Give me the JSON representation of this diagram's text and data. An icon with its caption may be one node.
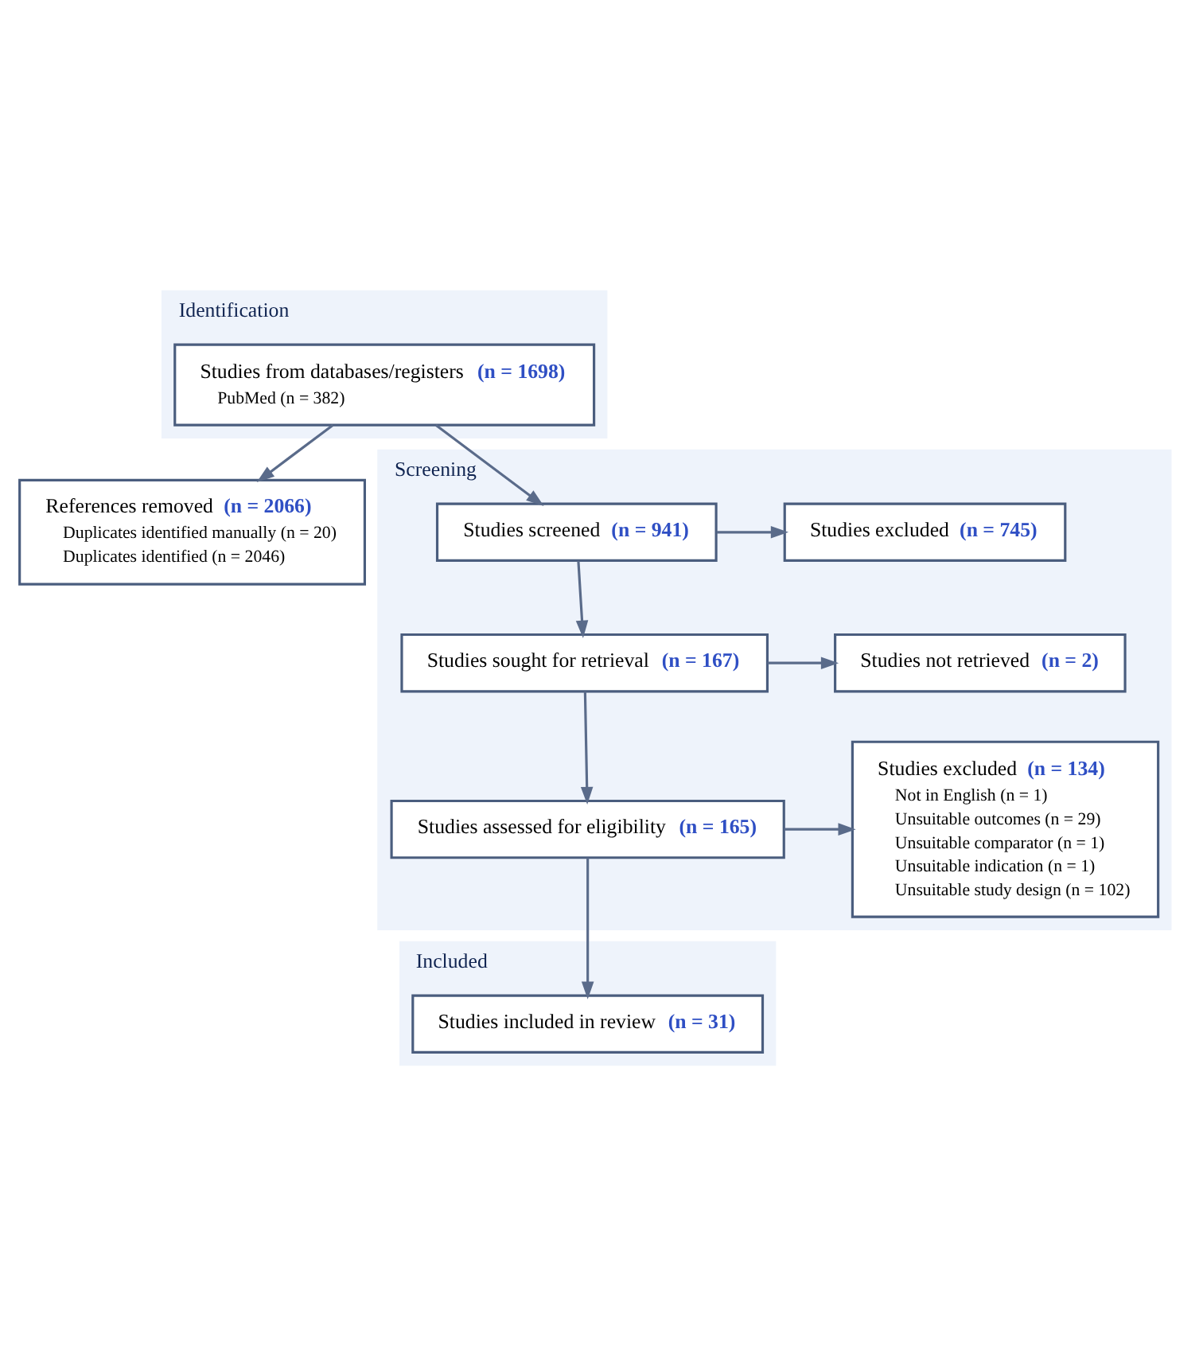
{
  "diagram": {
    "nodes": [
      {
        "text": [
          "Identification"
        ]
      },
      {
        "text": [
          "Studies from databases/registers **(n = 1698)**",
          "PubMed (n = 382)"
        ],
        "in": 0
      },
      {
        "text": [
          "References removed **(n = 2066)**",
          "Duplicates identified manually (n = 20)",
          "Duplicates identified (n = 2046)"
        ]
      },
      {
        "text": [
          "Screening"
        ]
      },
      {
        "text": [
          "Studies screened **(n = 941)**"
        ],
        "in": 3
      },
      {
        "text": [
          "Studies excluded **(n = 745)**"
        ],
        "in": 3
      },
      {
        "text": [
          "Studies sought for retrieval **(n = 167)**"
        ],
        "in": 3
      },
      {
        "text": [
          "Studies not retrieved **(n = 2)**"
        ],
        "in": 3
      },
      {
        "text": [
          "Studies assessed for eligibility **(n = 165)**"
        ],
        "in": 3
      },
      {
        "text": [
          "Studies excluded **(n = 134)**",
          "Not in English (n = 1)",
          "Unsuitable outcomes (n = 29)",
          "Unsuitable comparator (n = 1)",
          "Unsuitable indication (n = 1)",
          "Unsuitable study design (n = 102)"
        ],
        "in": 3
      },
      {
        "text": [
          "Included"
        ]
      },
      {
        "text": [
          "Studies included in review **(n = 31)**"
        ],
        "in": 10
      }
    ],
    "edges": [
      {
        "from": 1,
        "to": 2,
        "arrow": "to"
      },
      {
        "from": 1,
        "to": 4,
        "arrow": "to"
      },
      {
        "from": 4,
        "to": 5,
        "arrow": "to"
      },
      {
        "from": 4,
        "to": 6,
        "arrow": "to"
      },
      {
        "from": 6,
        "to": 7,
        "arrow": "to"
      },
      {
        "from": 6,
        "to": 8,
        "arrow": "to"
      },
      {
        "from": 8,
        "to": 9,
        "arrow": "to"
      },
      {
        "from": 8,
        "to": 11,
        "arrow": "to"
      }
    ]
  }
}
